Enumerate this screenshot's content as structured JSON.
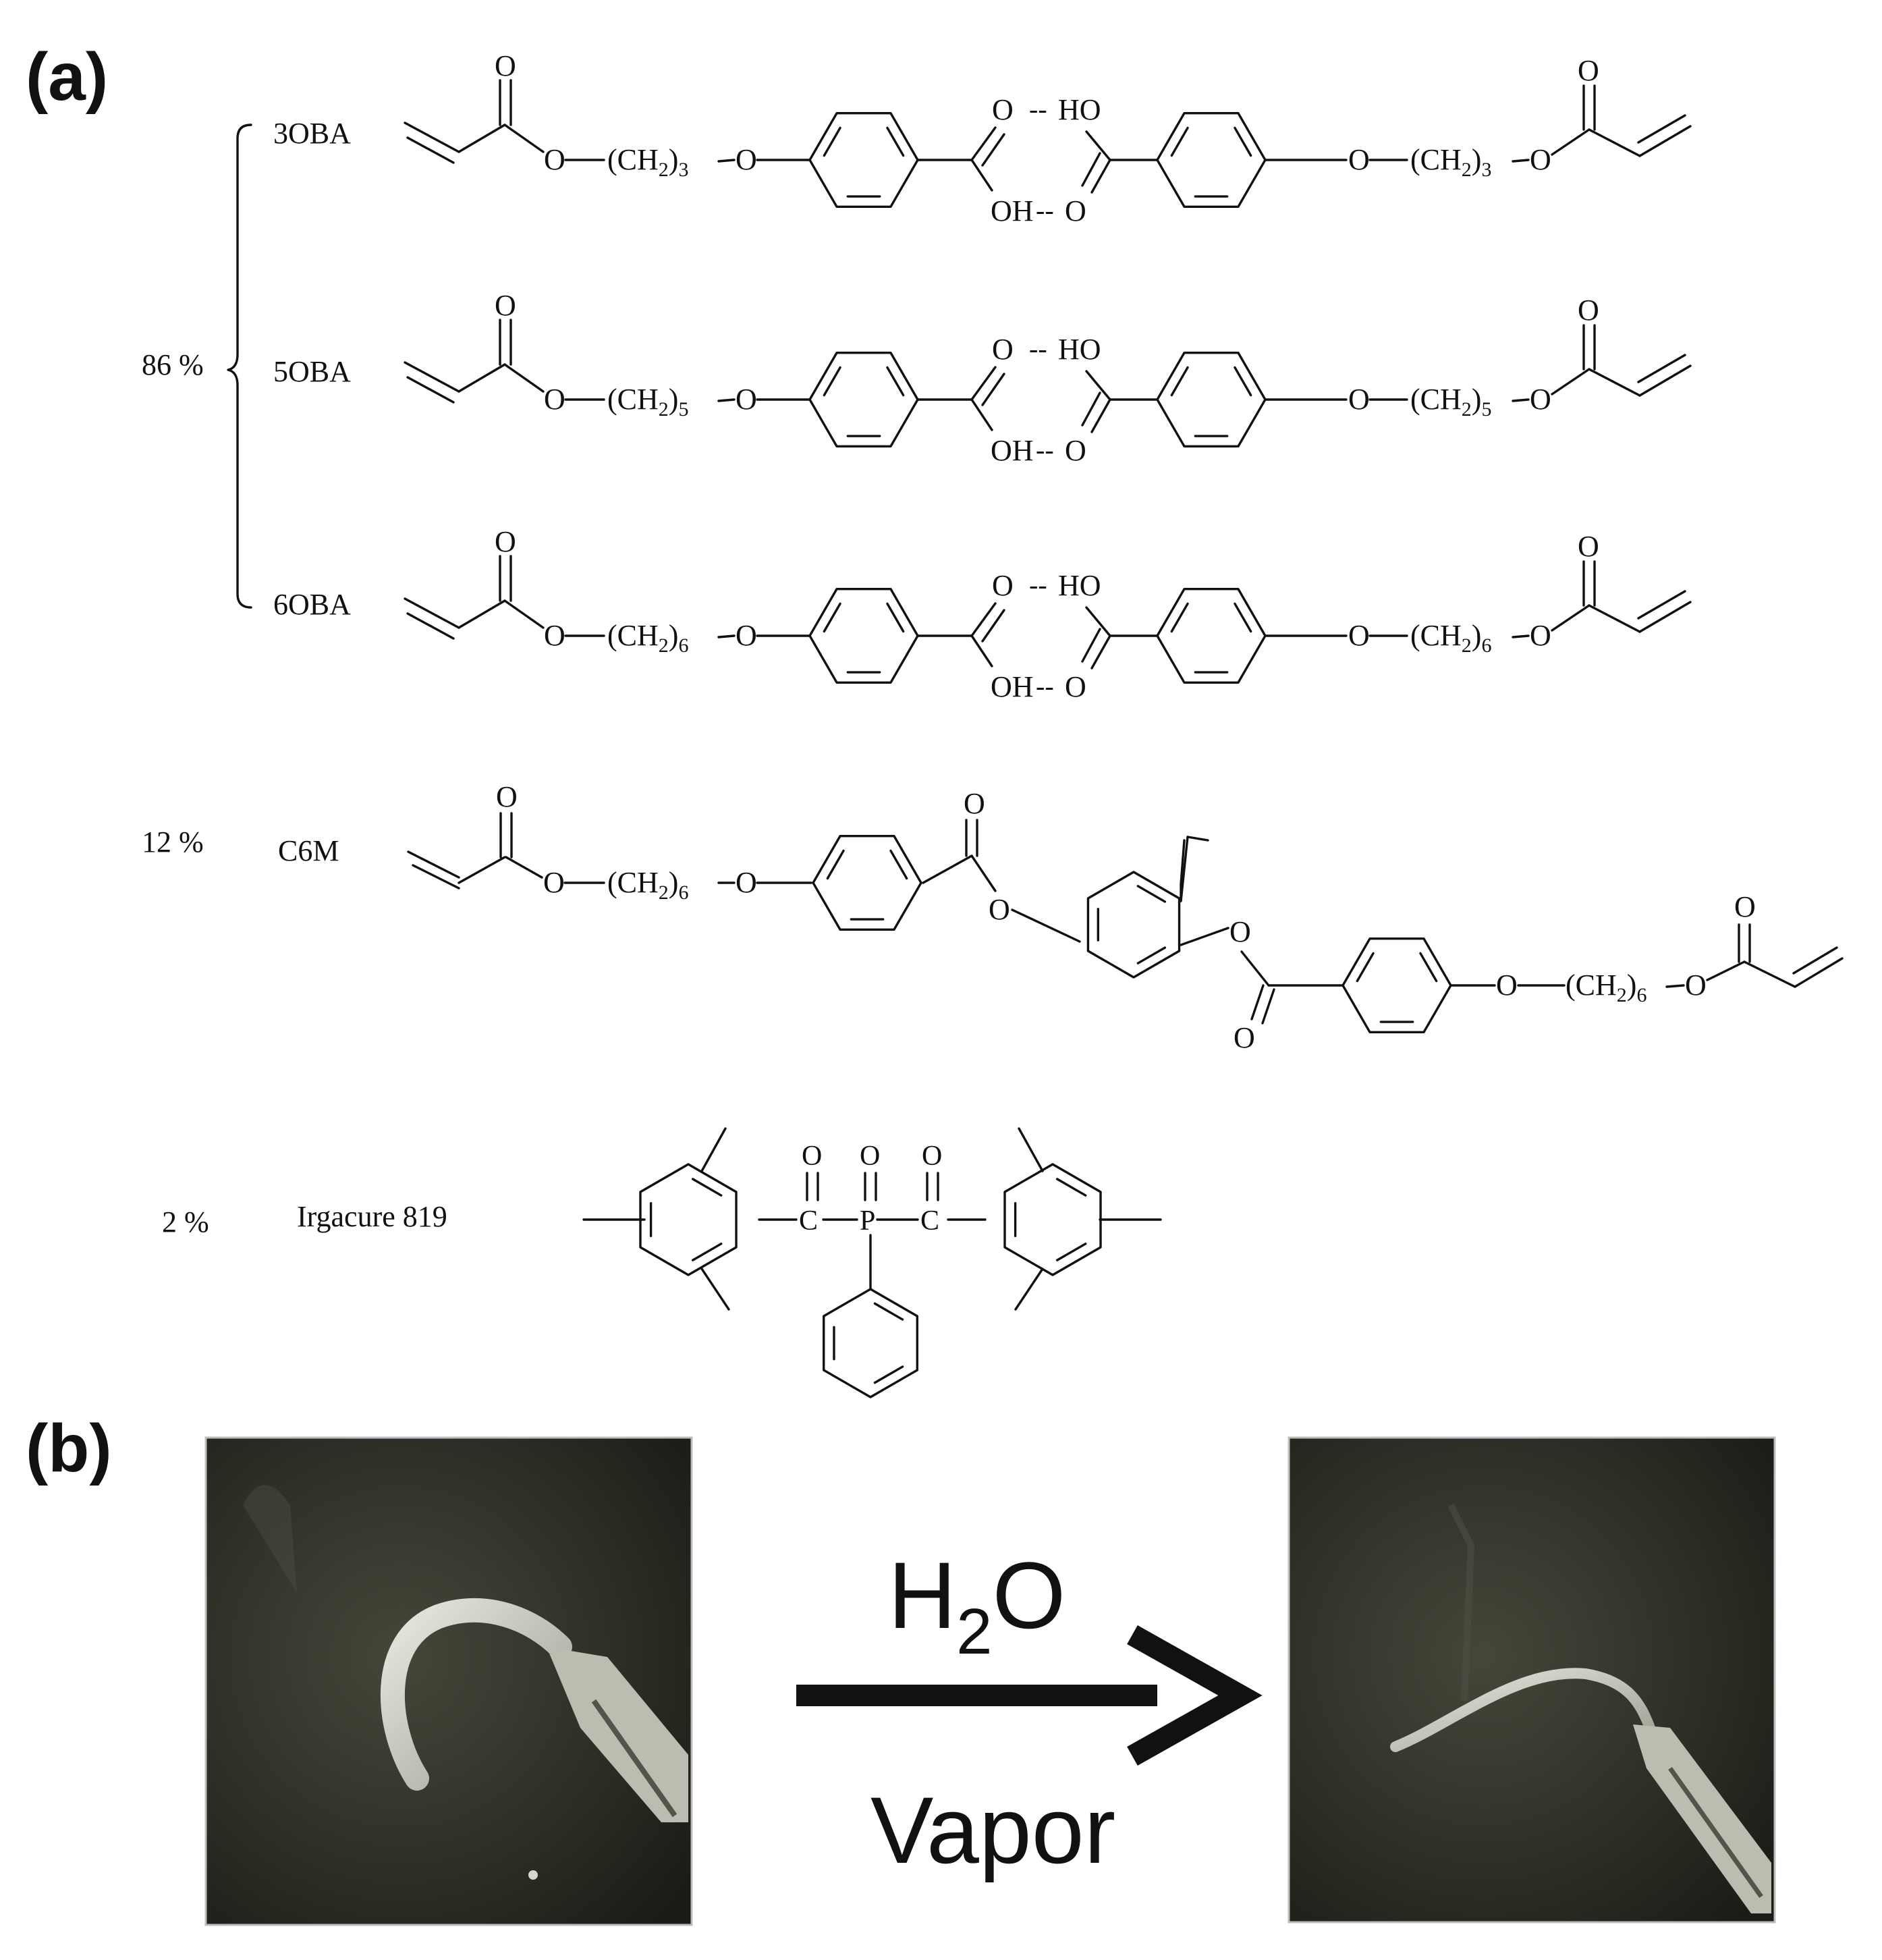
{
  "panel_a": {
    "label": "(a)",
    "groups": [
      {
        "percent": "86 %",
        "members": [
          "3OBA",
          "5OBA",
          "6OBA"
        ]
      },
      {
        "percent": "12 %",
        "members": [
          "C6M"
        ]
      },
      {
        "percent": "2 %",
        "members": [
          "Irgacure 819"
        ]
      }
    ],
    "chains": {
      "3OBA": {
        "n": "3"
      },
      "5OBA": {
        "n": "5"
      },
      "6OBA": {
        "n": "6"
      },
      "C6M": {
        "n": "6"
      }
    },
    "atoms": {
      "O": "O",
      "OH": "OH",
      "HO": "HO",
      "P": "P",
      "C": "C",
      "CH": "(CH",
      "H_sub": "2",
      "close": ")"
    }
  },
  "panel_b": {
    "label": "(b)",
    "arrow_top_main": "H",
    "arrow_top_sub": "2",
    "arrow_top_end": "O",
    "arrow_bottom": "Vapor",
    "colors": {
      "photo_bg": "#2f2f26",
      "strip": "#cfcfc4",
      "arrow": "#111111"
    }
  }
}
